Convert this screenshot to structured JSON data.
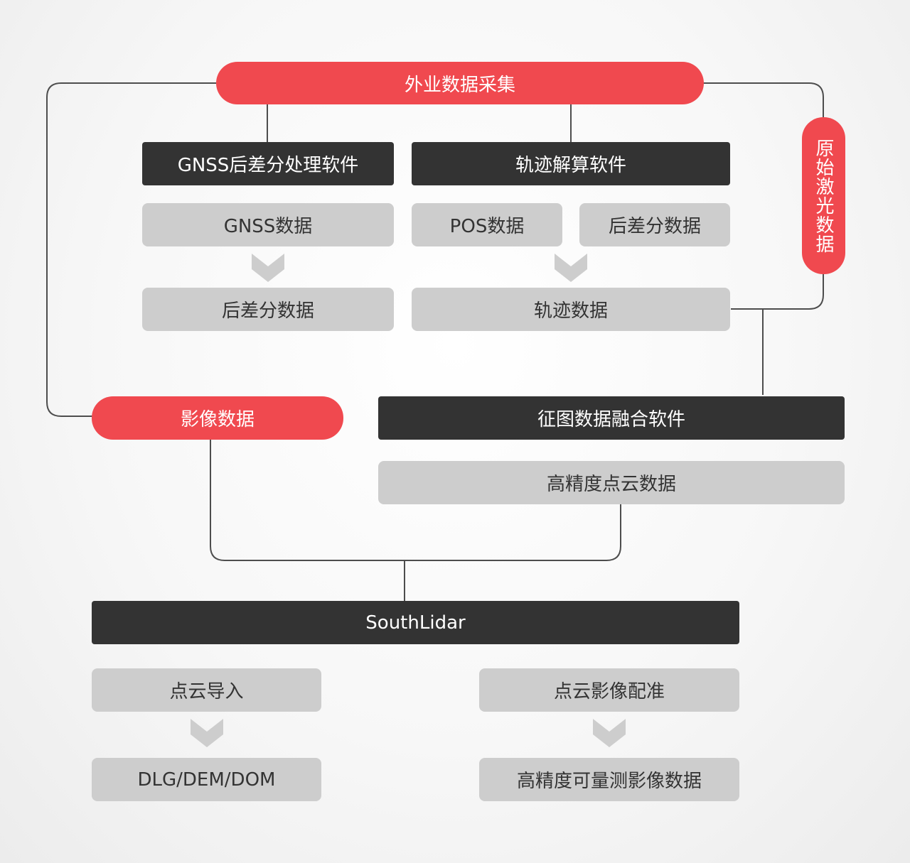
{
  "nodes": {
    "field_collection": "外业数据采集",
    "raw_laser": "原始激光数据",
    "gnss_software": "GNSS后差分处理软件",
    "trajectory_software": "轨迹解算软件",
    "gnss_data": "GNSS数据",
    "pos_data": "POS数据",
    "post_diff_data_right": "后差分数据",
    "post_diff_data_left": "后差分数据",
    "trajectory_data": "轨迹数据",
    "image_data": "影像数据",
    "fusion_software": "征图数据融合软件",
    "hd_pointcloud": "高精度点云数据",
    "southlidar": "SouthLidar",
    "pointcloud_import": "点云导入",
    "pointcloud_image_registration": "点云影像配准",
    "dlg_dem_dom": "DLG/DEM/DOM",
    "hd_measurable_image": "高精度可量测影像数据"
  },
  "colors": {
    "accent_red": "#f0494f",
    "dark": "#333333",
    "gray": "#cdcdcd",
    "line": "#4d4d4d"
  }
}
